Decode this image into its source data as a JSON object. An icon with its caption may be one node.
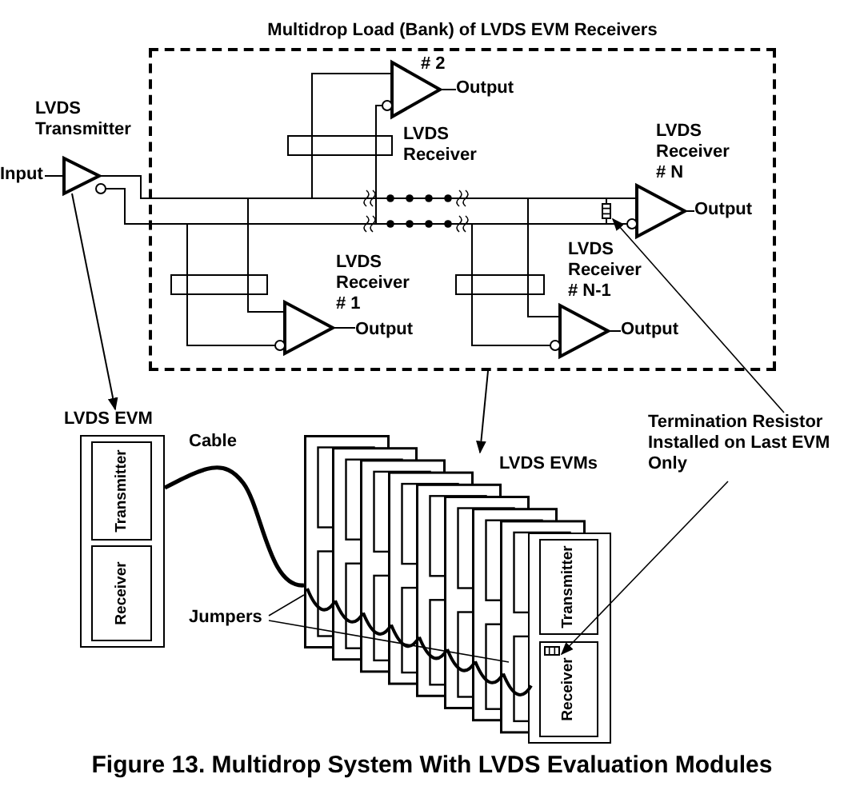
{
  "diagram": {
    "caption": "Figure 13.  Multidrop System With LVDS Evaluation Modules",
    "nodes": [
      {
        "text": [
          "Multidrop Load (Bank) of LVDS EVM Receivers"
        ]
      },
      {
        "text": [
          "Input"
        ]
      },
      {
        "text": [
          "LVDS Transmitter"
        ]
      },
      {
        "text": [
          "# 2",
          "LVDS Receiver"
        ],
        "in": 0
      },
      {
        "text": [
          "Output"
        ],
        "in": 0
      },
      {
        "text": [
          "LVDS Receiver # N"
        ],
        "in": 0
      },
      {
        "text": [
          "Output"
        ],
        "in": 0
      },
      {
        "text": [],
        "shape": "box",
        "in": 0
      },
      {
        "text": [
          "LVDS Receiver # 1"
        ],
        "in": 0
      },
      {
        "text": [
          "Output"
        ],
        "in": 0
      },
      {
        "text": [
          "LVDS Receiver # N-1"
        ],
        "in": 0
      },
      {
        "text": [
          "Output"
        ],
        "in": 0
      },
      {
        "text": [
          "LVDS EVM"
        ]
      },
      {
        "text": [
          "Transmitter"
        ],
        "in": 12
      },
      {
        "text": [
          "Receiver"
        ],
        "in": 12
      },
      {
        "text": [
          "LVDS EVMs"
        ]
      },
      {
        "text": [
          "Transmitter"
        ],
        "in": 15
      },
      {
        "text": [
          "Receiver"
        ],
        "in": 15
      },
      {
        "text": [],
        "shape": "box",
        "in": 17
      },
      {
        "text": [
          "Termination Resistor Installed on Last EVM Only"
        ]
      },
      {
        "text": [
          "Jumpers"
        ]
      }
    ],
    "edges": [
      {
        "from": 1,
        "to": 2,
        "arrow": "none"
      },
      {
        "from": 2,
        "to": 8,
        "arrow": "none"
      },
      {
        "from": 2,
        "to": 3,
        "arrow": "none"
      },
      {
        "from": 2,
        "to": 10,
        "arrow": "none"
      },
      {
        "from": 2,
        "to": 5,
        "arrow": "none"
      },
      {
        "from": 2,
        "to": 7,
        "arrow": "none"
      },
      {
        "from": 8,
        "to": 9,
        "arrow": "none"
      },
      {
        "from": 3,
        "to": 4,
        "arrow": "none"
      },
      {
        "from": 10,
        "to": 11,
        "arrow": "none"
      },
      {
        "from": 5,
        "to": 6,
        "arrow": "none"
      },
      {
        "from": 2,
        "to": 12,
        "arrow": "to"
      },
      {
        "from": 0,
        "to": 15,
        "arrow": "to"
      },
      {
        "from": 12,
        "to": 15,
        "arrow": "none",
        "label": "Cable",
        "style": "thick"
      },
      {
        "from": 19,
        "to": 7,
        "arrow": "to"
      },
      {
        "from": 19,
        "to": 18,
        "arrow": "to"
      },
      {
        "from": 20,
        "to": 15,
        "arrow": "none"
      },
      {
        "from": 20,
        "to": 15,
        "arrow": "none"
      },
      {
        "from": 2,
        "to": 8,
        "arrow": "none"
      },
      {
        "from": 2,
        "to": 3,
        "arrow": "none"
      },
      {
        "from": 2,
        "to": 10,
        "arrow": "none"
      },
      {
        "from": 2,
        "to": 5,
        "arrow": "none"
      },
      {
        "from": 2,
        "to": 7,
        "arrow": "none"
      }
    ]
  }
}
